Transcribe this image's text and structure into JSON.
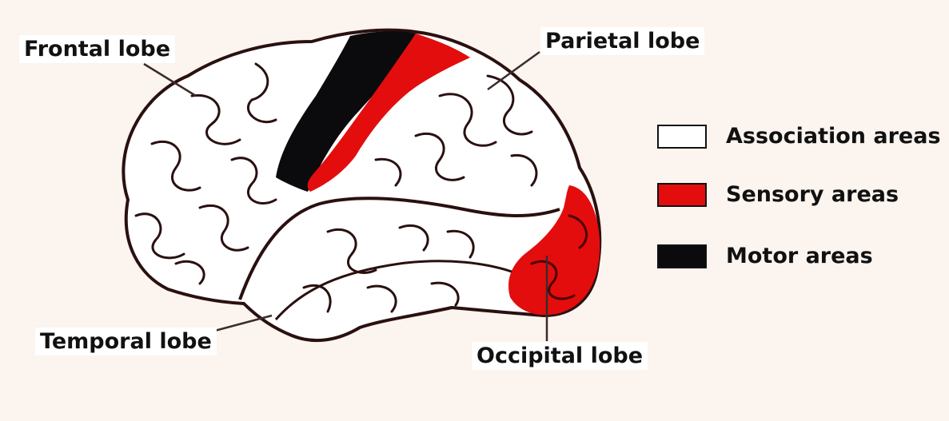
{
  "labels": {
    "frontal": "Frontal lobe",
    "parietal": "Parietal lobe",
    "temporal": "Temporal lobe",
    "occipital": "Occipital lobe"
  },
  "legend": [
    {
      "label": "Association areas",
      "color": "#ffffff"
    },
    {
      "label": "Sensory areas",
      "color": "#e30d0d"
    },
    {
      "label": "Motor areas",
      "color": "#0b0b0d"
    }
  ],
  "colors": {
    "outline": "#2a1010",
    "association": "#ffffff",
    "sensory": "#e30d0d",
    "motor": "#0b0b0d",
    "background": "#fbf4ef"
  }
}
